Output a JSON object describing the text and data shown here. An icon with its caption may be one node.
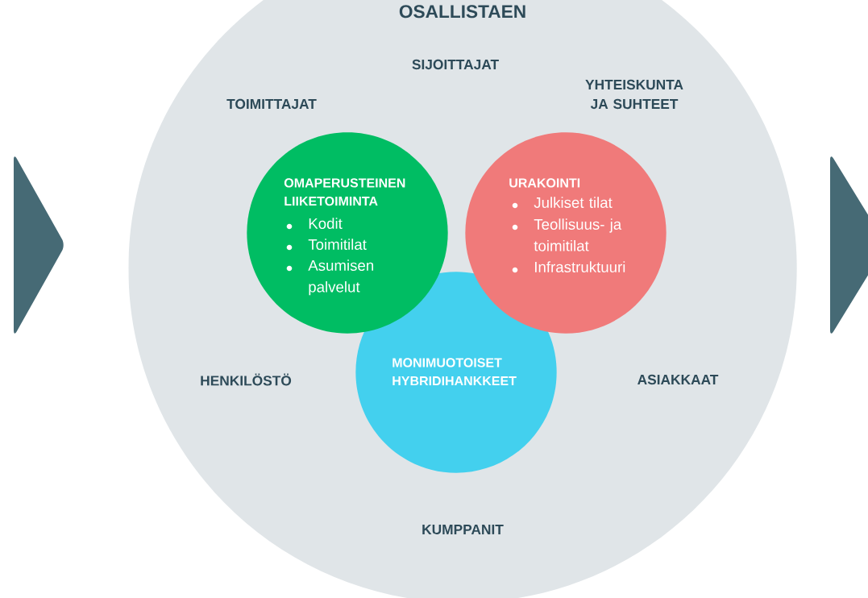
{
  "diagram": {
    "nodes": [
      {
        "text": [
          "OSALLISTAEN"
        ]
      },
      {
        "text": [
          "OMAPERUSTEINEN LIIKETOIMINTA",
          "Kodit",
          "Toimitilat",
          "Asumisen palvelut"
        ],
        "in": 0
      },
      {
        "text": [
          "URAKOINTI",
          "Julkiset tilat",
          "Teollisuus- ja toimitilat",
          "Infrastruktuuri"
        ],
        "in": 0
      },
      {
        "text": [
          "MONIMUOTOISET HYBRIDIHANKKEET"
        ],
        "in": 0
      },
      {
        "text": [],
        "shape": "chevron"
      },
      {
        "text": [],
        "shape": "chevron"
      }
    ],
    "labels": [
      "SIJOITTAJAT",
      "TOIMITTAJAT",
      "YHTEISKUNTA JA SUHTEET",
      "HENKILÖSTÖ",
      "ASIAKKAAT",
      "KUMPPANIT"
    ]
  }
}
